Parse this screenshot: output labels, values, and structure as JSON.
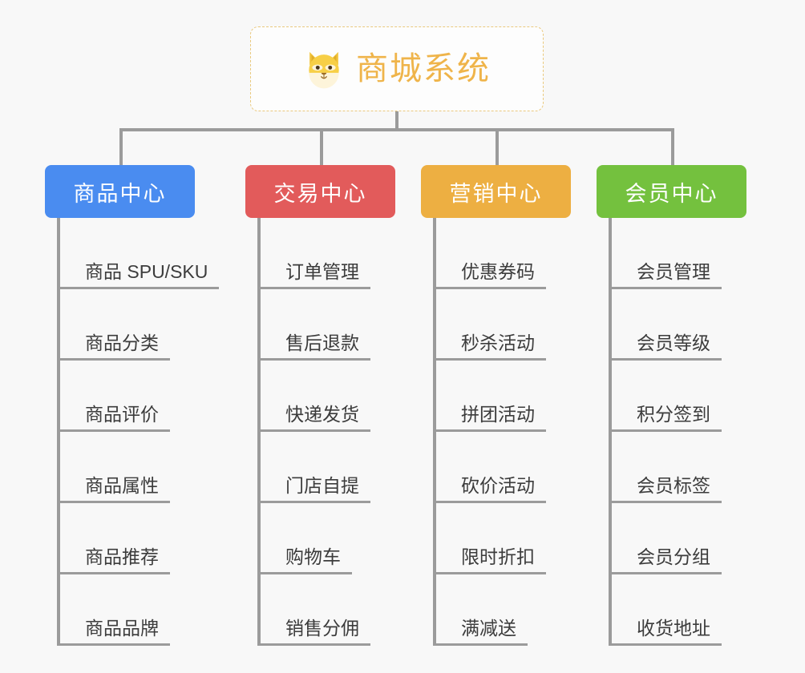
{
  "diagram": {
    "type": "org-chart",
    "background_color": "#f8f8f8",
    "connector_color": "#9b9b9b",
    "root": {
      "title": "商城系统",
      "icon": "shiba-dog-face-icon",
      "text_color": "#efb44a",
      "border_color": "#eac97e"
    },
    "branches": [
      {
        "label": "商品中心",
        "color": "#4a8cf0",
        "items": [
          "商品 SPU/SKU",
          "商品分类",
          "商品评价",
          "商品属性",
          "商品推荐",
          "商品品牌"
        ]
      },
      {
        "label": "交易中心",
        "color": "#e25b5b",
        "items": [
          "订单管理",
          "售后退款",
          "快递发货",
          "门店自提",
          "购物车",
          "销售分佣"
        ]
      },
      {
        "label": "营销中心",
        "color": "#edaf42",
        "items": [
          "优惠券码",
          "秒杀活动",
          "拼团活动",
          "砍价活动",
          "限时折扣",
          "满减送"
        ]
      },
      {
        "label": "会员中心",
        "color": "#74c13e",
        "items": [
          "会员管理",
          "会员等级",
          "积分签到",
          "会员标签",
          "会员分组",
          "收货地址"
        ]
      }
    ]
  }
}
